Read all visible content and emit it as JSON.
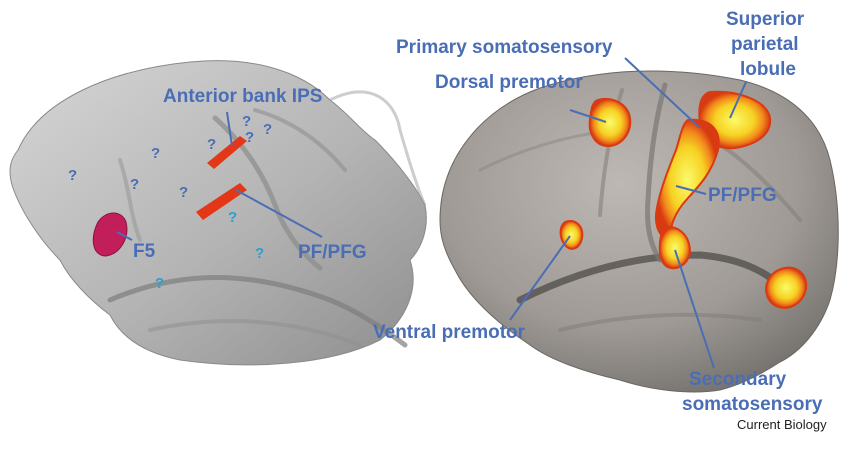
{
  "colors": {
    "label": "#4a6eb5",
    "question_dark": "#4a6eb5",
    "question_light": "#2c9fd0",
    "brain_grey": "#b7b7b7",
    "activation_red": "#e23818",
    "activation_yellow": "#f6f23a",
    "f5_magenta": "#c21e5a"
  },
  "monkey": {
    "labels": {
      "anterior_bank_ips": "Anterior bank IPS",
      "f5": "F5",
      "pf_pfg": "PF/PFG"
    },
    "question_mark": "?"
  },
  "human": {
    "labels": {
      "primary_somatosensory": "Primary somatosensory",
      "superior_parietal_1": "Superior",
      "superior_parietal_2": "parietal",
      "superior_parietal_3": "lobule",
      "dorsal_premotor": "Dorsal premotor",
      "pf_pfg": "PF/PFG",
      "ventral_premotor": "Ventral premotor",
      "secondary_1": "Secondary",
      "secondary_2": "somatosensory"
    }
  },
  "credit": "Current Biology"
}
